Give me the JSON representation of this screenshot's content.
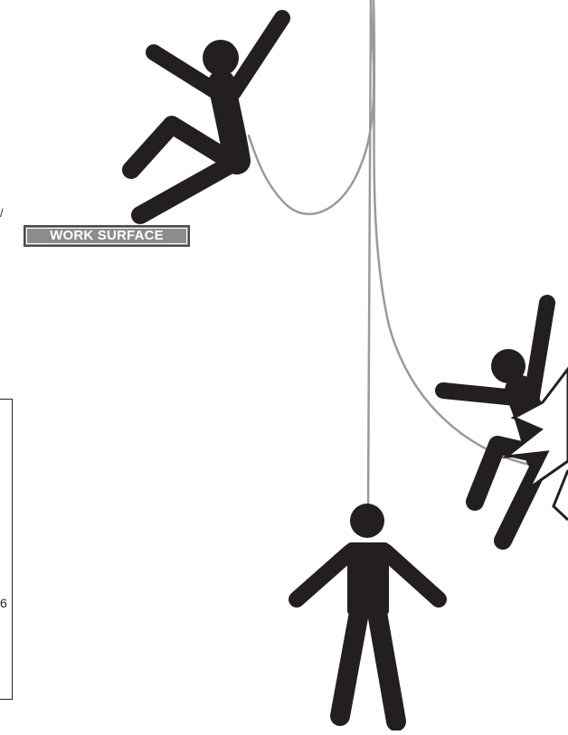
{
  "labels": {
    "work_surface": "WORK SURFACE",
    "edge_fragment_top": "/",
    "edge_fragment_side": "6"
  },
  "colors": {
    "figure": "#231f20",
    "lanyard": "#9a9a9a",
    "label_fill": "#8c8c8c",
    "label_border": "#4a4a4a",
    "label_text": "#ffffff"
  },
  "scene": {
    "falling_worker": "stick figure falling off the work surface, attached by lanyard",
    "suspended_worker": "stick figure hanging straight below the anchor",
    "swing_fall_worker": "stick figure swinging sideways and striking an obstacle"
  }
}
